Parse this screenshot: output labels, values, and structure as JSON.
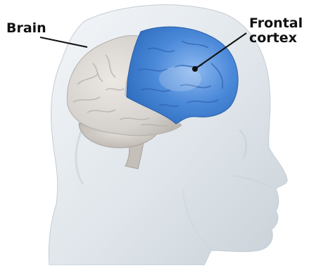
{
  "labels": {
    "brain": "Brain",
    "frontal_line1": "Frontal",
    "frontal_line2": "cortex"
  },
  "colors": {
    "frontal_cortex": "#4a88d8",
    "brain_tissue": "#d9d6d2",
    "head_shell": "#dfe5ea",
    "callout_text": "#111111"
  }
}
